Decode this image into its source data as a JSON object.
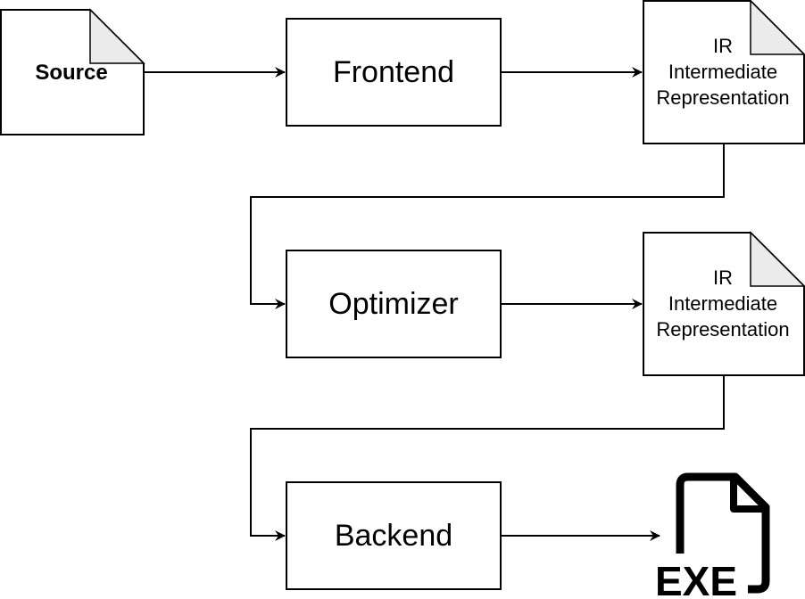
{
  "nodes": {
    "source": {
      "label": "Source"
    },
    "frontend": {
      "label": "Frontend"
    },
    "ir1": {
      "line1": "IR",
      "line2": "Intermediate",
      "line3": "Representation"
    },
    "optimizer": {
      "label": "Optimizer"
    },
    "ir2": {
      "line1": "IR",
      "line2": "Intermediate",
      "line3": "Representation"
    },
    "backend": {
      "label": "Backend"
    },
    "exe": {
      "icon": "exe-file-icon",
      "label": "EXE"
    }
  },
  "edges": [
    {
      "from": "source",
      "to": "frontend"
    },
    {
      "from": "frontend",
      "to": "ir1"
    },
    {
      "from": "ir1",
      "to": "optimizer"
    },
    {
      "from": "optimizer",
      "to": "ir2"
    },
    {
      "from": "ir2",
      "to": "backend"
    },
    {
      "from": "backend",
      "to": "exe"
    }
  ]
}
